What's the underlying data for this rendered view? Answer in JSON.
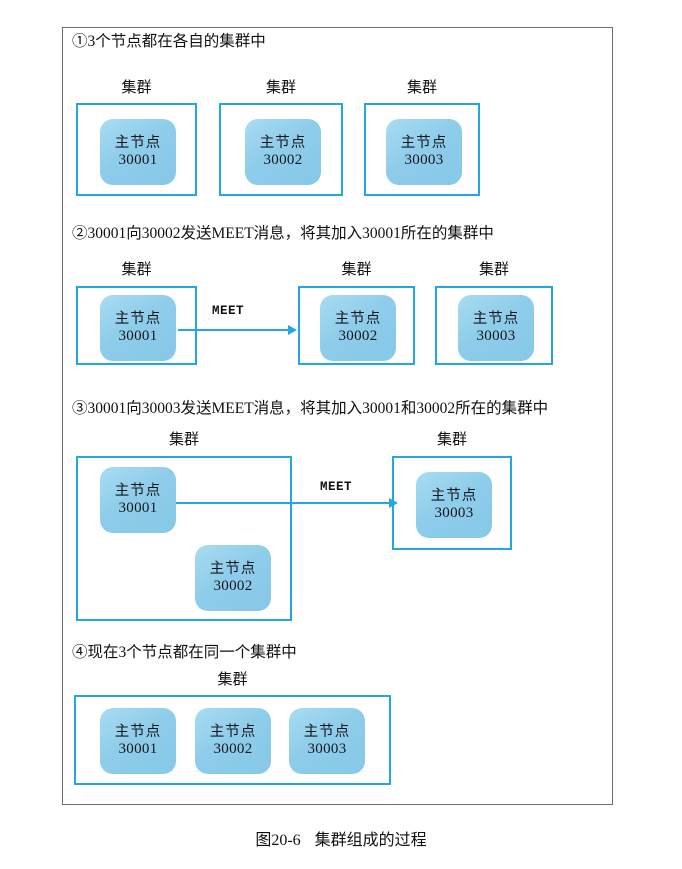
{
  "figure": {
    "caption_number": "图20-6",
    "caption_title": "集群组成的过程",
    "node_role_label": "主节点",
    "cluster_label": "集群",
    "message_label": "MEET",
    "accent_color": "#22A7E0",
    "node_fill_color": "#8ECDEA",
    "frame_color": "#6E6E6E"
  },
  "steps": [
    {
      "id": "step-1",
      "heading": "①3个节点都在各自的集群中",
      "clusters": [
        {
          "label": "集群",
          "nodes": [
            {
              "role": "主节点",
              "port": "30001"
            }
          ]
        },
        {
          "label": "集群",
          "nodes": [
            {
              "role": "主节点",
              "port": "30002"
            }
          ]
        },
        {
          "label": "集群",
          "nodes": [
            {
              "role": "主节点",
              "port": "30003"
            }
          ]
        }
      ],
      "arrow": null
    },
    {
      "id": "step-2",
      "heading": "②30001向30002发送MEET消息，将其加入30001所在的集群中",
      "clusters": [
        {
          "label": "集群",
          "nodes": [
            {
              "role": "主节点",
              "port": "30001"
            }
          ]
        },
        {
          "label": "集群",
          "nodes": [
            {
              "role": "主节点",
              "port": "30002"
            }
          ]
        },
        {
          "label": "集群",
          "nodes": [
            {
              "role": "主节点",
              "port": "30003"
            }
          ]
        }
      ],
      "arrow": {
        "label": "MEET",
        "from": "30001",
        "to": "30002"
      }
    },
    {
      "id": "step-3",
      "heading": "③30001向30003发送MEET消息，将其加入30001和30002所在的集群中",
      "clusters": [
        {
          "label": "集群",
          "nodes": [
            {
              "role": "主节点",
              "port": "30001"
            },
            {
              "role": "主节点",
              "port": "30002"
            }
          ]
        },
        {
          "label": "集群",
          "nodes": [
            {
              "role": "主节点",
              "port": "30003"
            }
          ]
        }
      ],
      "arrow": {
        "label": "MEET",
        "from": "30001",
        "to": "30003"
      }
    },
    {
      "id": "step-4",
      "heading": "④现在3个节点都在同一个集群中",
      "clusters": [
        {
          "label": "集群",
          "nodes": [
            {
              "role": "主节点",
              "port": "30001"
            },
            {
              "role": "主节点",
              "port": "30002"
            },
            {
              "role": "主节点",
              "port": "30003"
            }
          ]
        }
      ],
      "arrow": null
    }
  ]
}
